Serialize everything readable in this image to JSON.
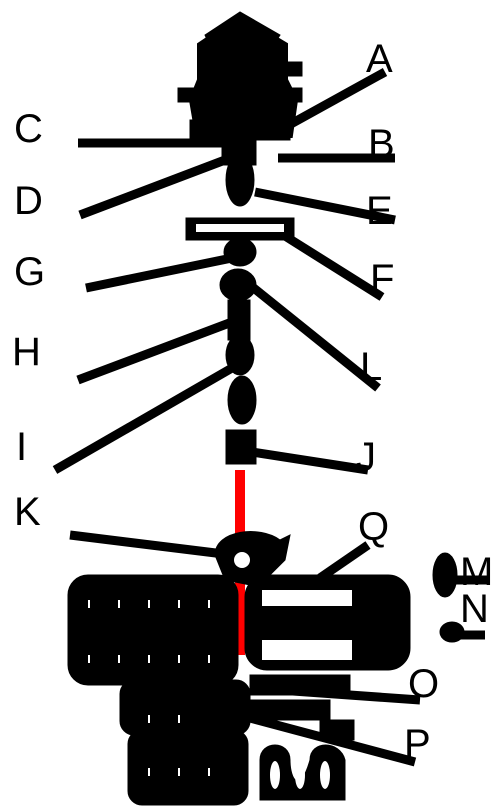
{
  "labels": {
    "A": "A",
    "B": "B",
    "C": "C",
    "D": "D",
    "E": "E",
    "F": "F",
    "G": "G",
    "H": "H",
    "L": "L",
    "I": "I",
    "J": "J",
    "K": "K",
    "Q": "Q",
    "M": "M",
    "N": "N",
    "O": "O",
    "P": "P"
  },
  "colors": {
    "ink": "#000000",
    "highlight": "#ff0000",
    "background": "#ffffff"
  }
}
